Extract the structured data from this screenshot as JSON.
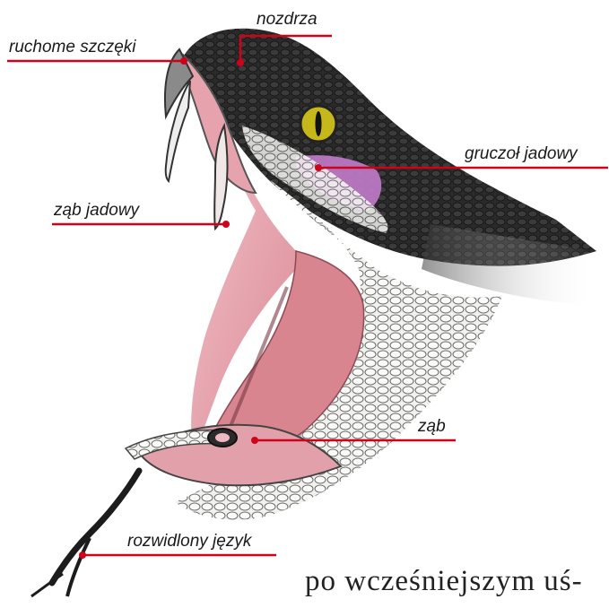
{
  "labels": {
    "nozdrza": "nozdrza",
    "ruchome_szczeki": "ruchome szczęki",
    "gruczol_jadowy": "gruczoł jadowy",
    "zab_jadowy": "ząb jadowy",
    "zab": "ząb",
    "rozwidlony_jezyk": "rozwidlony język"
  },
  "body_text": "po wcześniejszym uś-",
  "colors": {
    "leader_line": "#d0021b",
    "scale_dark": "#1c1c1c",
    "mouth_pink": "#e7a3ad",
    "gland_purple": "#b46cbf",
    "eye_yellow": "#c6b81a"
  }
}
